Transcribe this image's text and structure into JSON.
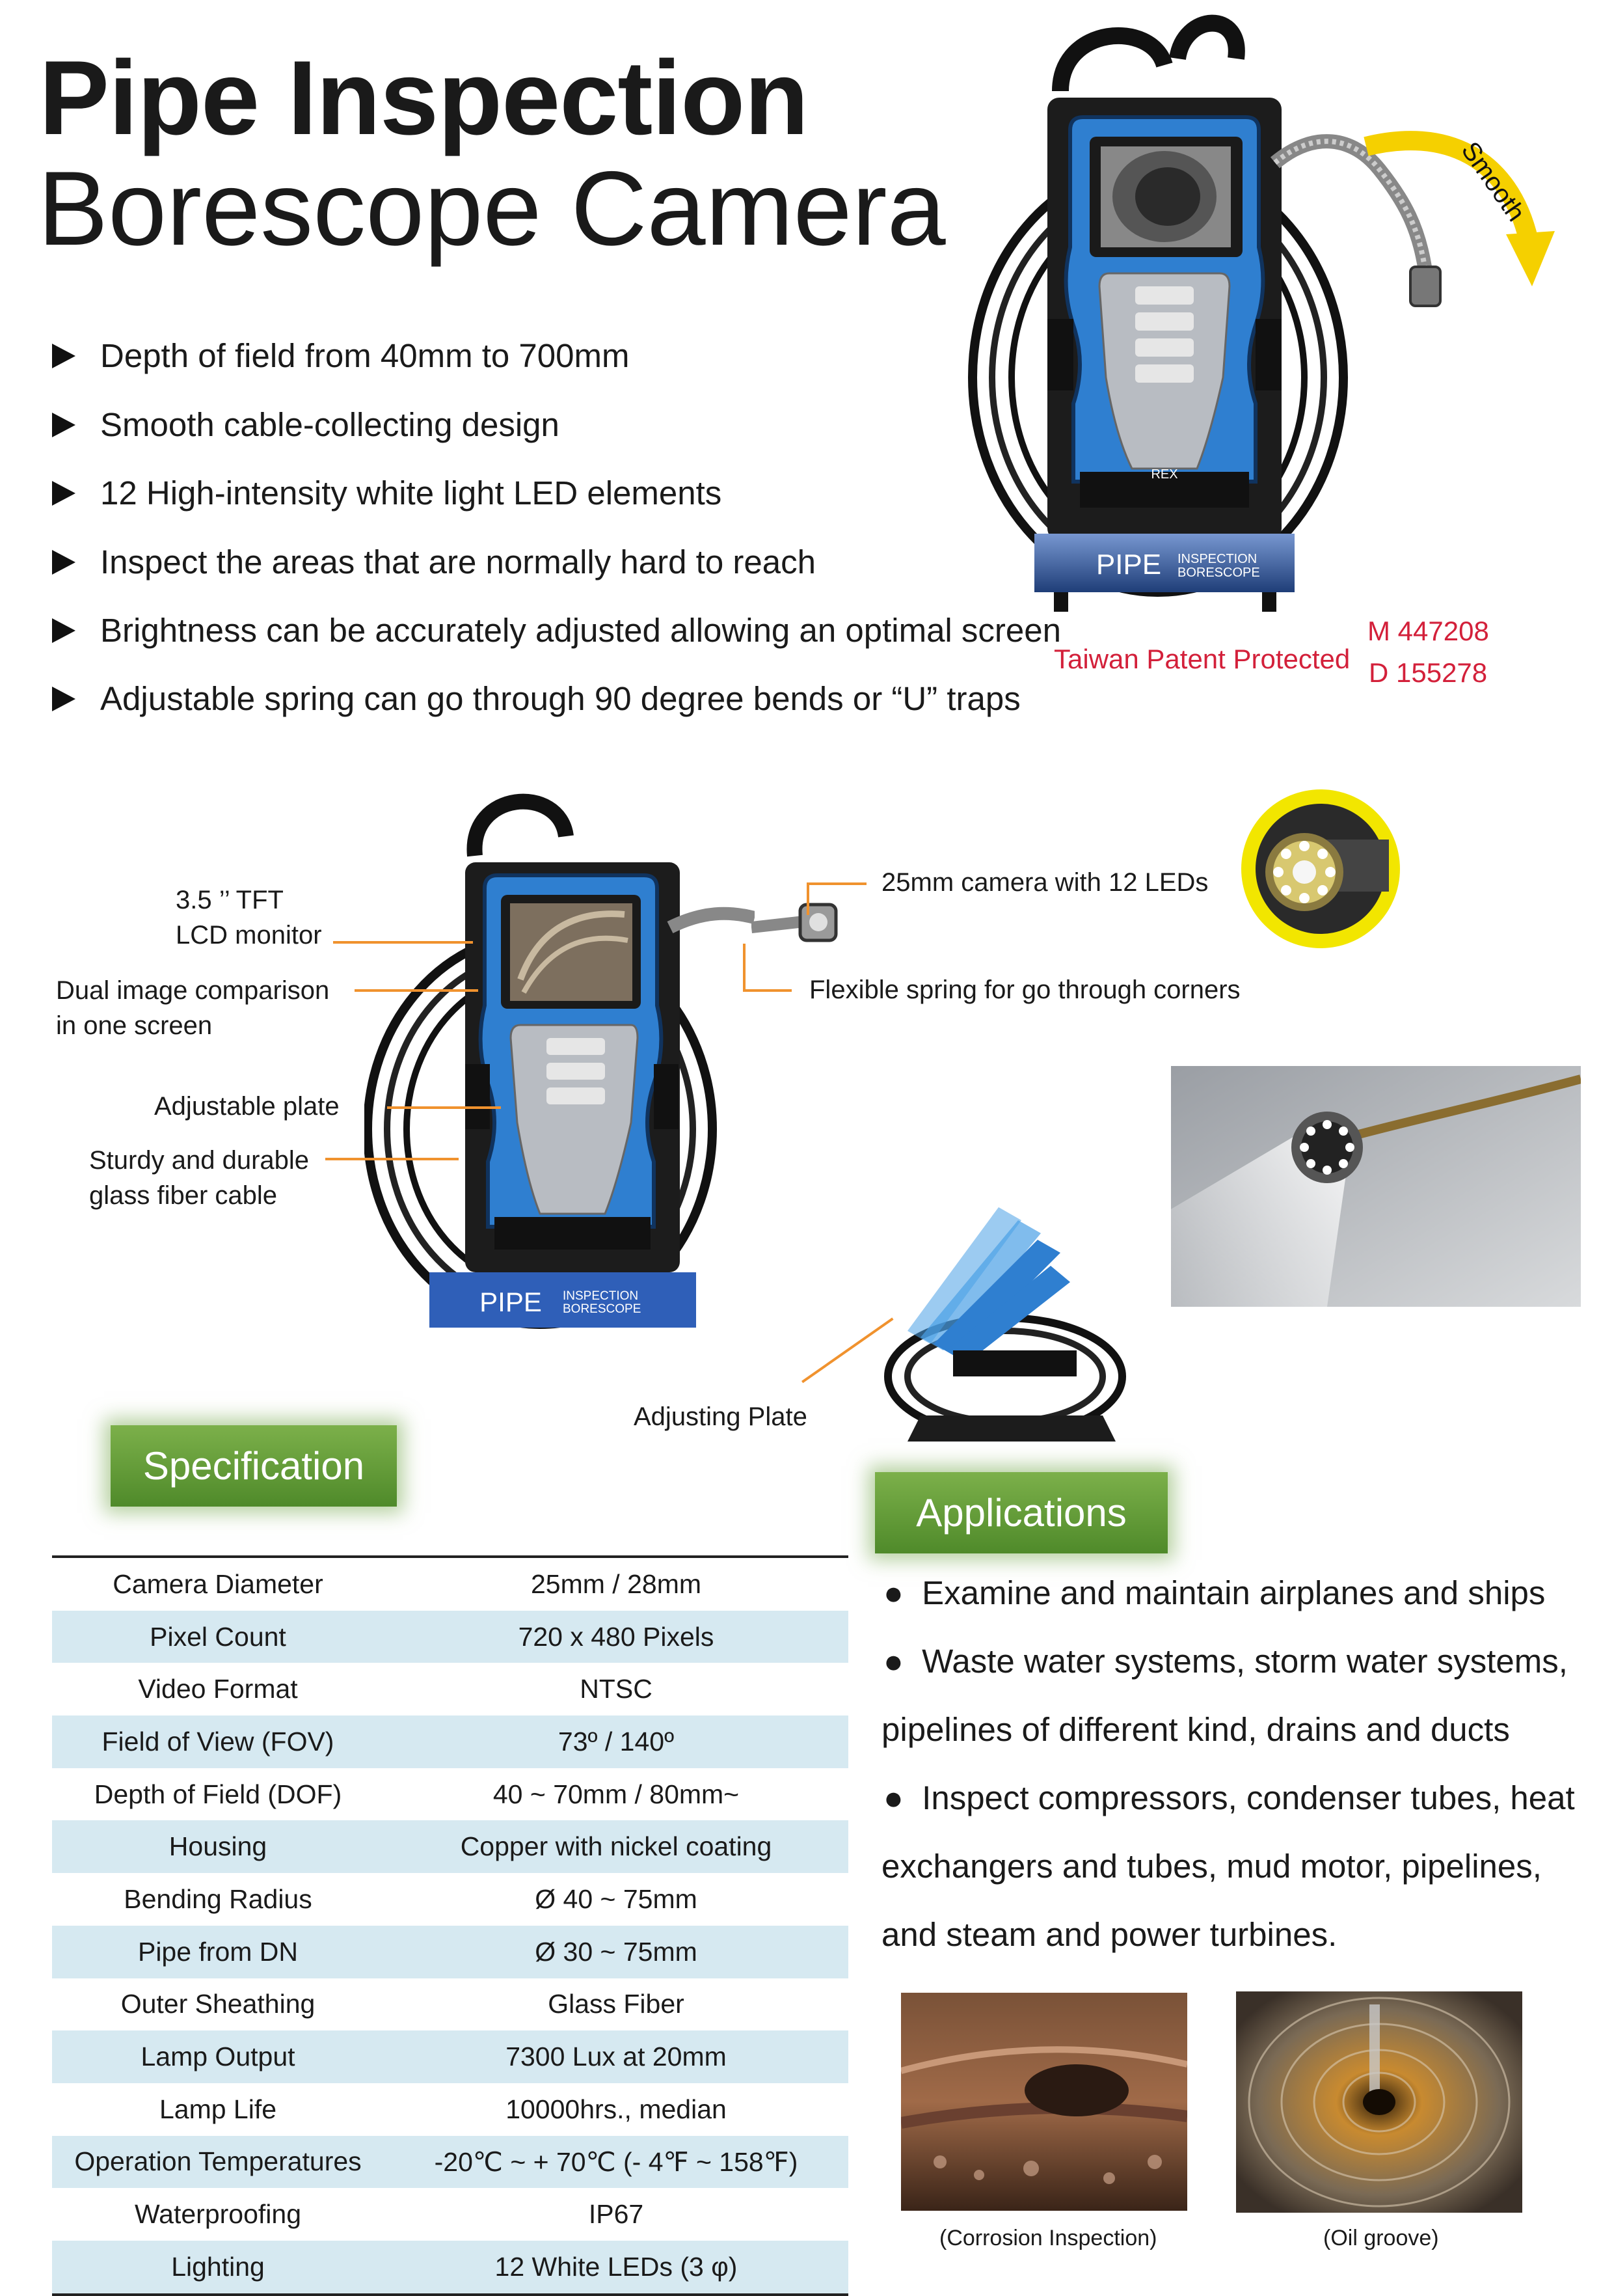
{
  "title": {
    "line1": "Pipe Inspection",
    "line2": "Borescope Camera"
  },
  "features": [
    "Depth of field from 40mm to 700mm",
    "Smooth cable-collecting design",
    "12 High-intensity white light LED elements",
    "Inspect the areas that are normally hard to reach",
    "Brightness can be accurately adjusted allowing an optimal screen",
    "Adjustable spring can go through 90 degree bends or “U” traps"
  ],
  "patent": {
    "label": "Taiwan Patent Protected",
    "number1": "M 447208",
    "number2": "D 155278"
  },
  "product_image": {
    "smooth_label": "Smooth",
    "brand": "REX",
    "plate_big": "PIPE",
    "plate_small1": "INSPECTION",
    "plate_small2": "BORESCOPE"
  },
  "callouts": {
    "lcd_line1": "3.5 ’’ TFT",
    "lcd_line2": "LCD monitor",
    "dual_line1": "Dual image comparison",
    "dual_line2": "in one screen",
    "adjustable_plate": "Adjustable plate",
    "cable_line1": "Sturdy and durable",
    "cable_line2": "glass fiber cable",
    "camera_leds": "25mm camera with 12 LEDs",
    "spring": "Flexible spring for go through corners",
    "adjusting_plate": "Adjusting Plate"
  },
  "specification": {
    "heading": "Specification",
    "rows": [
      [
        "Camera Diameter",
        "25mm / 28mm"
      ],
      [
        "Pixel Count",
        "720 x 480 Pixels"
      ],
      [
        "Video Format",
        "NTSC"
      ],
      [
        "Field of View (FOV)",
        "73º / 140º"
      ],
      [
        "Depth of Field (DOF)",
        "40 ~ 70mm / 80mm~"
      ],
      [
        "Housing",
        "Copper with nickel coating"
      ],
      [
        "Bending Radius",
        "Ø 40 ~ 75mm"
      ],
      [
        "Pipe from DN",
        "Ø 30 ~ 75mm"
      ],
      [
        "Outer Sheathing",
        "Glass Fiber"
      ],
      [
        "Lamp Output",
        "7300 Lux at 20mm"
      ],
      [
        "Lamp Life",
        "10000hrs., median"
      ],
      [
        "Operation Temperatures",
        "-20℃ ~ + 70℃ (- 4℉ ~ 158℉)"
      ],
      [
        "Waterproofing",
        "IP67"
      ],
      [
        "Lighting",
        "12 White LEDs (3 φ)"
      ]
    ]
  },
  "applications": {
    "heading": "Applications",
    "item1": "Examine and maintain airplanes and ships",
    "item2_line1": "Waste water systems, storm water systems,",
    "item2_line2": "pipelines of different kind, drains and ducts",
    "item3_line1": "Inspect compressors, condenser tubes, heat",
    "item3_line2": "exchangers and tubes, mud motor, pipelines,",
    "item3_line3": "and steam and power turbines.",
    "caption1": "(Corrosion Inspection)",
    "caption2": "(Oil groove)"
  },
  "colors": {
    "patent_red": "#d3203a",
    "callout_orange": "#f0922e",
    "spec_stripe": "#d6e9f1",
    "heading_green": "#5d9933",
    "device_blue": "#2f7fd0"
  }
}
